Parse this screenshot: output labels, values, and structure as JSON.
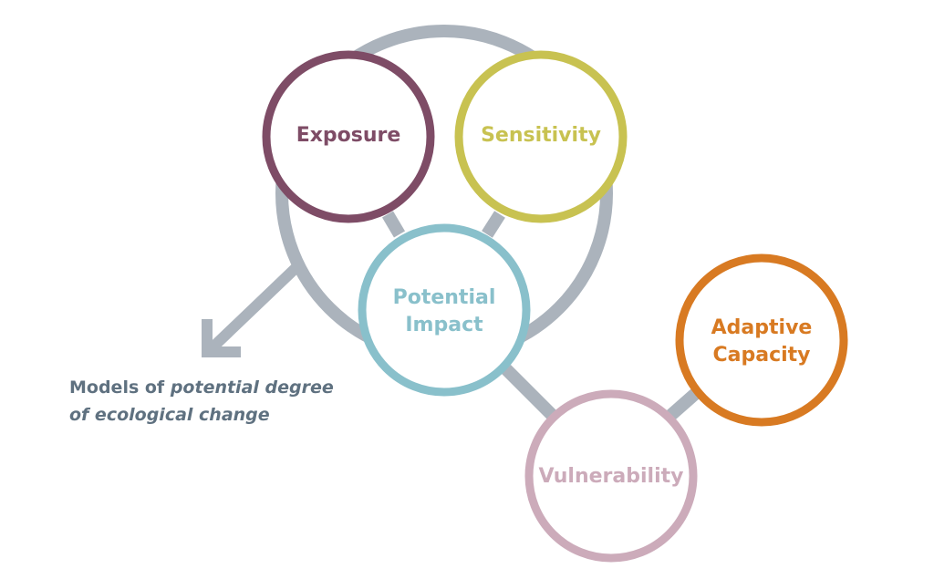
{
  "colors": {
    "connector": "#abb3bc",
    "exposure": "#7e4c66",
    "sensitivity": "#c8c251",
    "potential_impact": "#89c0cb",
    "adaptive_capacity": "#d87a22",
    "vulnerability": "#ccabba",
    "caption": "#5f7180"
  },
  "nodes": {
    "exposure": {
      "label": "Exposure"
    },
    "sensitivity": {
      "label": "Sensitivity"
    },
    "potential_impact": {
      "line1": "Potential",
      "line2": "Impact"
    },
    "adaptive_capacity": {
      "line1": "Adaptive",
      "line2": "Capacity"
    },
    "vulnerability": {
      "label": "Vulnerability"
    }
  },
  "caption": {
    "part1": "Models of ",
    "part2": "potential degree",
    "part3": "of ecological change"
  }
}
